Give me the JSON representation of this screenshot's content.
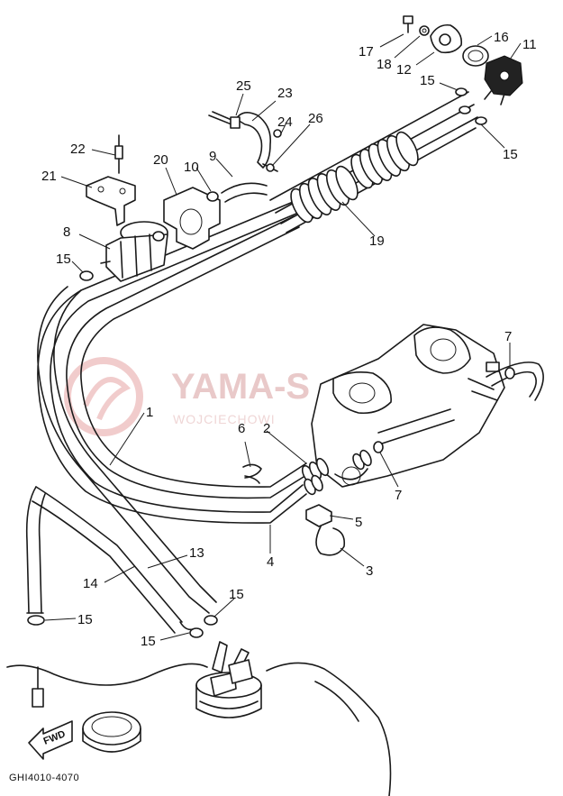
{
  "diagram": {
    "drawing_code": "GHI4010-4070",
    "forward_marker": "FWD",
    "watermark": {
      "title": "YAMA-S",
      "title_tail": "ER",
      "subtitle": "WOJCIECHOWI"
    },
    "callouts": {
      "c1": "1",
      "c2": "2",
      "c3": "3",
      "c4": "4",
      "c5": "5",
      "c6": "6",
      "c7a": "7",
      "c7b": "7",
      "c8": "8",
      "c9": "9",
      "c10": "10",
      "c11": "11",
      "c12": "12",
      "c13": "13",
      "c14": "14",
      "c15a": "15",
      "c15b": "15",
      "c15c": "15",
      "c15d": "15",
      "c15e": "15",
      "c15f": "15",
      "c16": "16",
      "c17": "17",
      "c18": "18",
      "c19": "19",
      "c20": "20",
      "c21": "21",
      "c22": "22",
      "c23": "23",
      "c24": "24",
      "c25": "25",
      "c26": "26"
    }
  }
}
